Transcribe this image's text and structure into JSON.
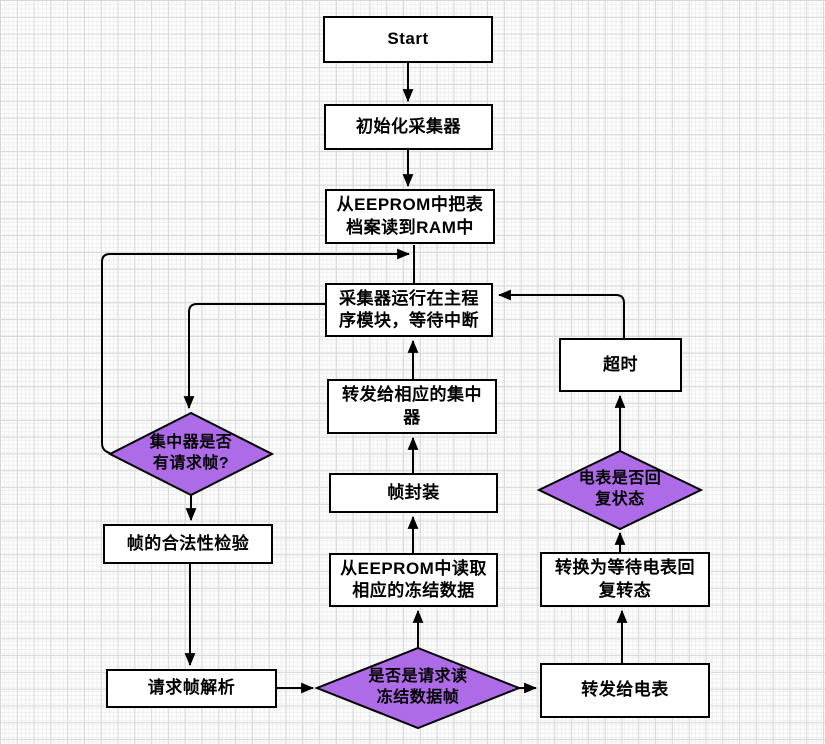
{
  "diagram": {
    "title": "collector-main-program-flowchart",
    "colors": {
      "box_fill": "#ffffff",
      "box_border": "#000000",
      "diamond_fill": "#ae6be8",
      "diamond_border": "#000000",
      "connector": "#000000",
      "grid_major": "#d8d8d8",
      "grid_minor": "#efefef",
      "background": "#fdfdfd"
    },
    "nodes": {
      "start": {
        "type": "process",
        "label": "Start"
      },
      "init_collector": {
        "type": "process",
        "label": "初始化采集器"
      },
      "load_archive": {
        "type": "process",
        "label": "从EEPROM中把表\n档案读到RAM中"
      },
      "main_loop": {
        "type": "process",
        "label": "采集器运行在主程\n序模块，等待中断"
      },
      "forward_concentrator": {
        "type": "process",
        "label": "转发给相应的集中\n器"
      },
      "frame_encapsulation": {
        "type": "process",
        "label": "帧封装"
      },
      "read_frozen_data": {
        "type": "process",
        "label": "从EEPROM中读取\n相应的冻结数据"
      },
      "has_request_frame": {
        "type": "decision",
        "label": "集中器是否\n有请求帧?"
      },
      "frame_legality_check": {
        "type": "process",
        "label": "帧的合法性检验"
      },
      "parse_request_frame": {
        "type": "process",
        "label": "请求帧解析"
      },
      "is_read_frozen_frame": {
        "type": "decision",
        "label": "是否是请求读\n冻结数据帧"
      },
      "forward_to_meter": {
        "type": "process",
        "label": "转发给电表"
      },
      "wait_meter_reply": {
        "type": "process",
        "label": "转换为等待电表回\n复转态"
      },
      "meter_reply_status": {
        "type": "decision",
        "label": "电表是否回\n复状态"
      },
      "timeout": {
        "type": "process",
        "label": "超时"
      }
    }
  }
}
